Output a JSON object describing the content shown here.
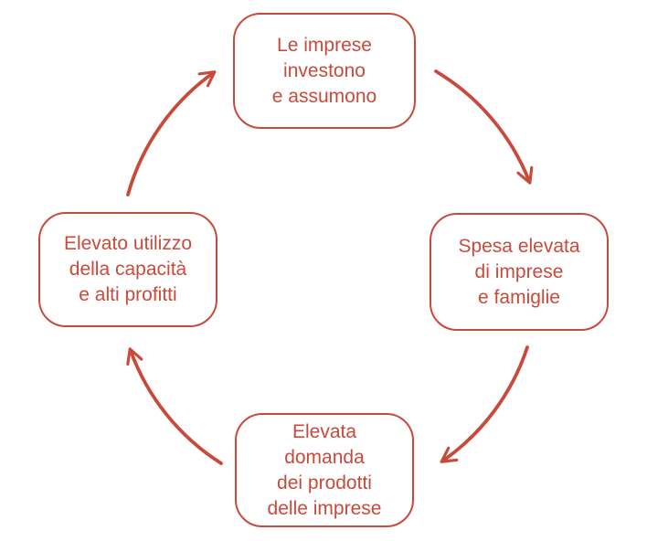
{
  "diagram": {
    "type": "cycle",
    "direction": "clockwise",
    "accent_color": "#c94a3a",
    "background_color": "#ffffff",
    "nodes": [
      {
        "id": "top",
        "label": "Le imprese\ninvestono\ne assumono"
      },
      {
        "id": "right",
        "label": "Spesa elevata\ndi imprese\ne famiglie"
      },
      {
        "id": "bottom",
        "label": "Elevata\ndomanda\ndei prodotti\ndelle imprese"
      },
      {
        "id": "left",
        "label": "Elevato utilizzo\ndella capacità\ne alti profitti"
      }
    ],
    "edges": [
      {
        "from": "top",
        "to": "right"
      },
      {
        "from": "right",
        "to": "bottom"
      },
      {
        "from": "bottom",
        "to": "left"
      },
      {
        "from": "left",
        "to": "top"
      }
    ]
  }
}
